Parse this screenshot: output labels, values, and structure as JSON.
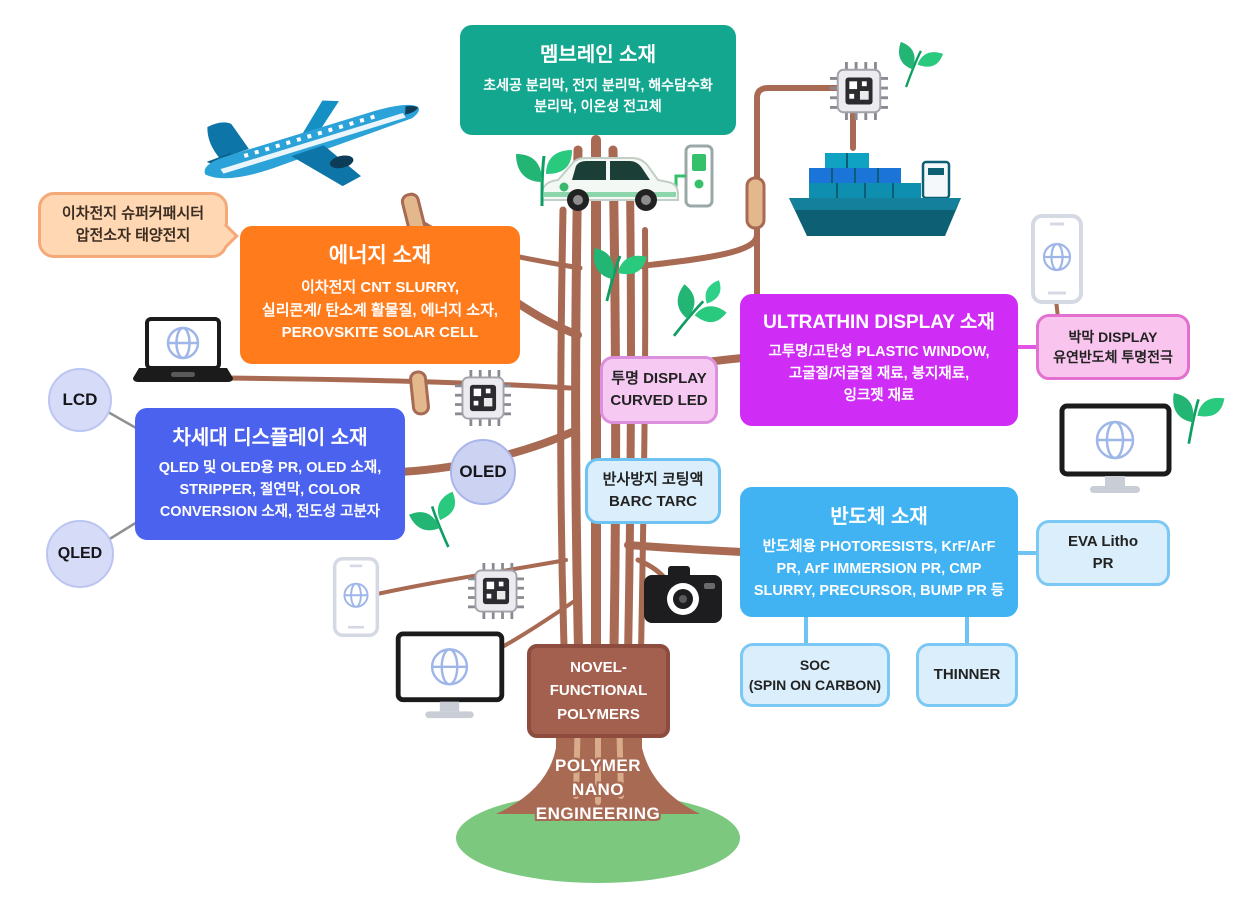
{
  "colors": {
    "membrane_teal": "#12a78e",
    "energy_orange": "#ff7b1c",
    "bubble_peach": "#ffd7b3",
    "display_blue": "#4b62ee",
    "node_lavender": "#d6dbf8",
    "ultrathin_magenta": "#cf2cf5",
    "pink_light": "#f9c4ee",
    "semiconductor_blue": "#41b2f2",
    "skyblue_light": "#daeefb",
    "trunk_brown": "#a86a53",
    "novel_brown": "#a3604e",
    "ground_green": "#7cc87f",
    "leaf_green": "#22b573"
  },
  "membrane": {
    "title": "멤브레인 소재",
    "body": "초세공 분리막, 전지 분리막, 해수담수화\n분리막, 이온성 전고체"
  },
  "bubble": {
    "text": "이차전지 슈퍼커패시터\n압전소자 태양전지"
  },
  "energy": {
    "title": "에너지 소재",
    "body": "이차전지 CNT SLURRY,\n실리콘계/ 탄소계 활물질, 에너지 소자,\nPEROVSKITE SOLAR CELL"
  },
  "display": {
    "title": "차세대 디스플레이 소재",
    "body": "QLED 및 OLED용 PR, OLED 소재,\nSTRIPPER, 절연막, COLOR\nCONVERSION 소재, 전도성 고분자"
  },
  "nodes": {
    "lcd": "LCD",
    "qled": "QLED",
    "oled": "OLED"
  },
  "transparent": {
    "text": "투명 DISPLAY\nCURVED LED"
  },
  "ultrathin": {
    "title": "ULTRATHIN DISPLAY 소재",
    "body": "고투명/고탄성 PLASTIC WINDOW,\n고굴절/저굴절 재료, 봉지재료,\n잉크젯 재료"
  },
  "thin_film": {
    "text": "박막 DISPLAY\n유연반도체 투명전극"
  },
  "barc": {
    "text": "반사방지 코팅액\nBARC TARC"
  },
  "semiconductor": {
    "title": "반도체 소재",
    "body": "반도체용 PHOTORESISTS, KrF/ArF\nPR, ArF IMMERSION PR, CMP\nSLURRY, PRECURSOR, BUMP PR 등"
  },
  "eva": {
    "text": "EVA Litho\nPR"
  },
  "soc": {
    "text": "SOC\n(SPIN ON CARBON)"
  },
  "thinner": {
    "text": "THINNER"
  },
  "novel": {
    "text": "NOVEL-\nFUNCTIONAL\nPOLYMERS"
  },
  "trunk": {
    "text": "POLYMER\nNANO\nENGINEERING"
  }
}
